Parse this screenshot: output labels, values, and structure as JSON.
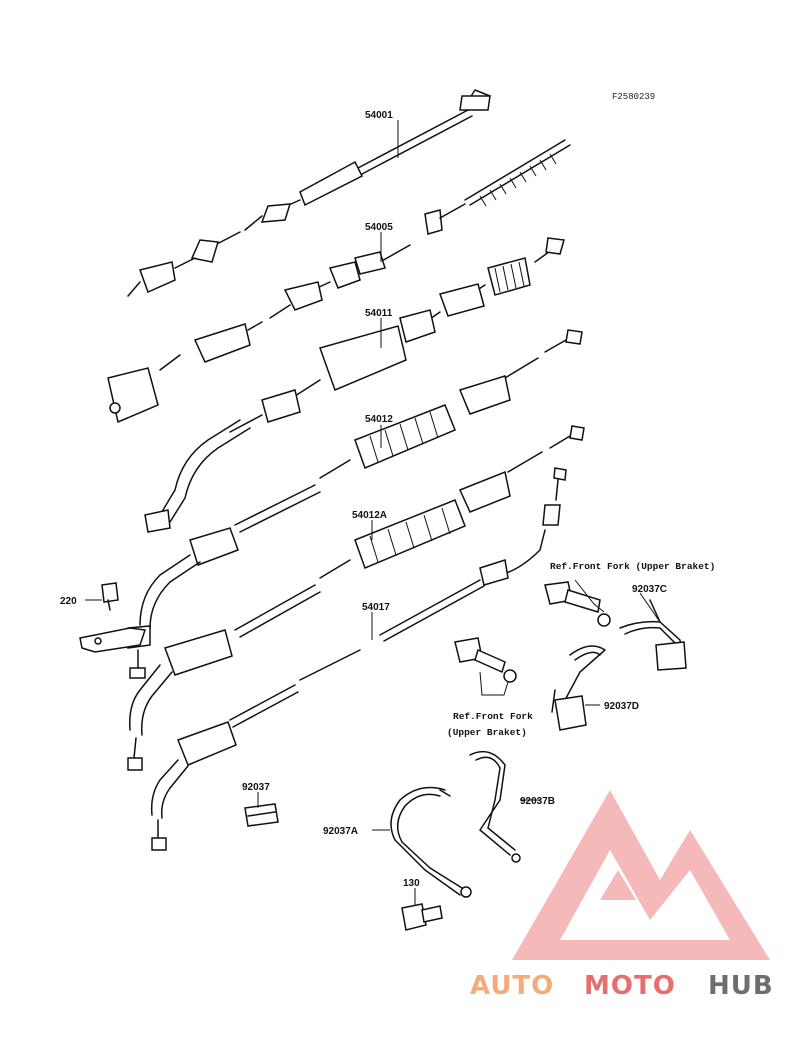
{
  "diagram_code": "F2580239",
  "parts": {
    "p54001": "54001",
    "p54005": "54005",
    "p54011": "54011",
    "p54012": "54012",
    "p54012A": "54012A",
    "p54017": "54017",
    "p220": "220",
    "p92037": "92037",
    "p92037A": "92037A",
    "p92037B": "92037B",
    "p92037C": "92037C",
    "p92037D": "92037D",
    "p130": "130"
  },
  "refs": {
    "ref1_line1": "Ref.Front Fork (Upper Braket)",
    "ref2_line1": "Ref.Front Fork",
    "ref2_line2": "(Upper Braket)"
  },
  "brand": {
    "part1": "AUTO",
    "part2": "MOTO",
    "part3": "HUB",
    "color_accent": "#f2a46a",
    "color_red": "#e04a4a",
    "color_dark": "#555555"
  }
}
